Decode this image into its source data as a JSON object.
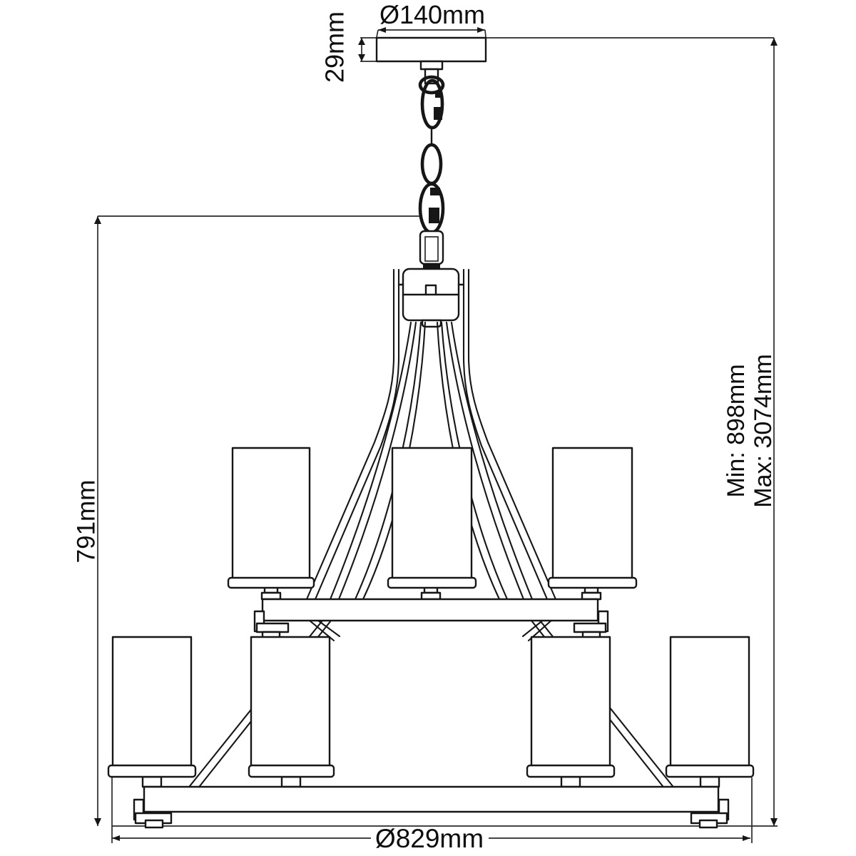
{
  "diagram": {
    "type": "dimension-line-drawing",
    "subject": "two-tier cylinder-shade chandelier, side elevation",
    "dimensions": {
      "canopy_diameter": "Ø140mm",
      "canopy_height": "29mm",
      "body_height": "791mm",
      "min_drop": "Min: 898mm",
      "max_drop": "Max: 3074mm",
      "body_diameter": "Ø829mm"
    },
    "counts": {
      "upper_shades_visible": 3,
      "lower_shades_visible": 4,
      "chain_links_visible": 3
    },
    "colors": {
      "background": "#ffffff",
      "line": "#161616",
      "text": "#0d0d0d"
    }
  }
}
